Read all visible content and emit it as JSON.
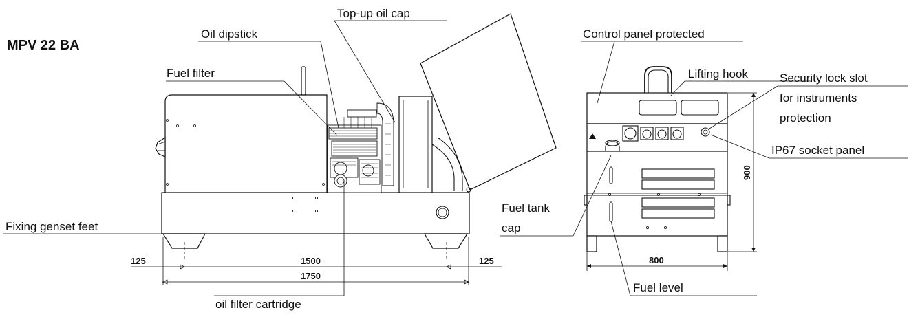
{
  "title": "MPV 22 BA",
  "labels": {
    "top_up_oil_cap": "Top-up oil cap",
    "oil_dipstick": "Oil dipstick",
    "fuel_filter": "Fuel filter",
    "fixing_genset_feet": "Fixing genset feet",
    "oil_filter_cartridge": "oil filter cartridge",
    "control_panel_protected": "Control panel protected",
    "lifting_hook": "Lifting hook",
    "security_lock_line1": "Security lock slot",
    "security_lock_line2": "for instruments",
    "security_lock_line3": "protection",
    "ip67_socket_panel": "IP67 socket panel",
    "fuel_tank_cap_line1": "Fuel tank",
    "fuel_tank_cap_line2": "cap",
    "fuel_level": "Fuel level"
  },
  "dimensions": {
    "left_offset": "125",
    "foot_span": "1500",
    "right_offset": "125",
    "overall_length": "1750",
    "width": "800",
    "height": "900"
  }
}
